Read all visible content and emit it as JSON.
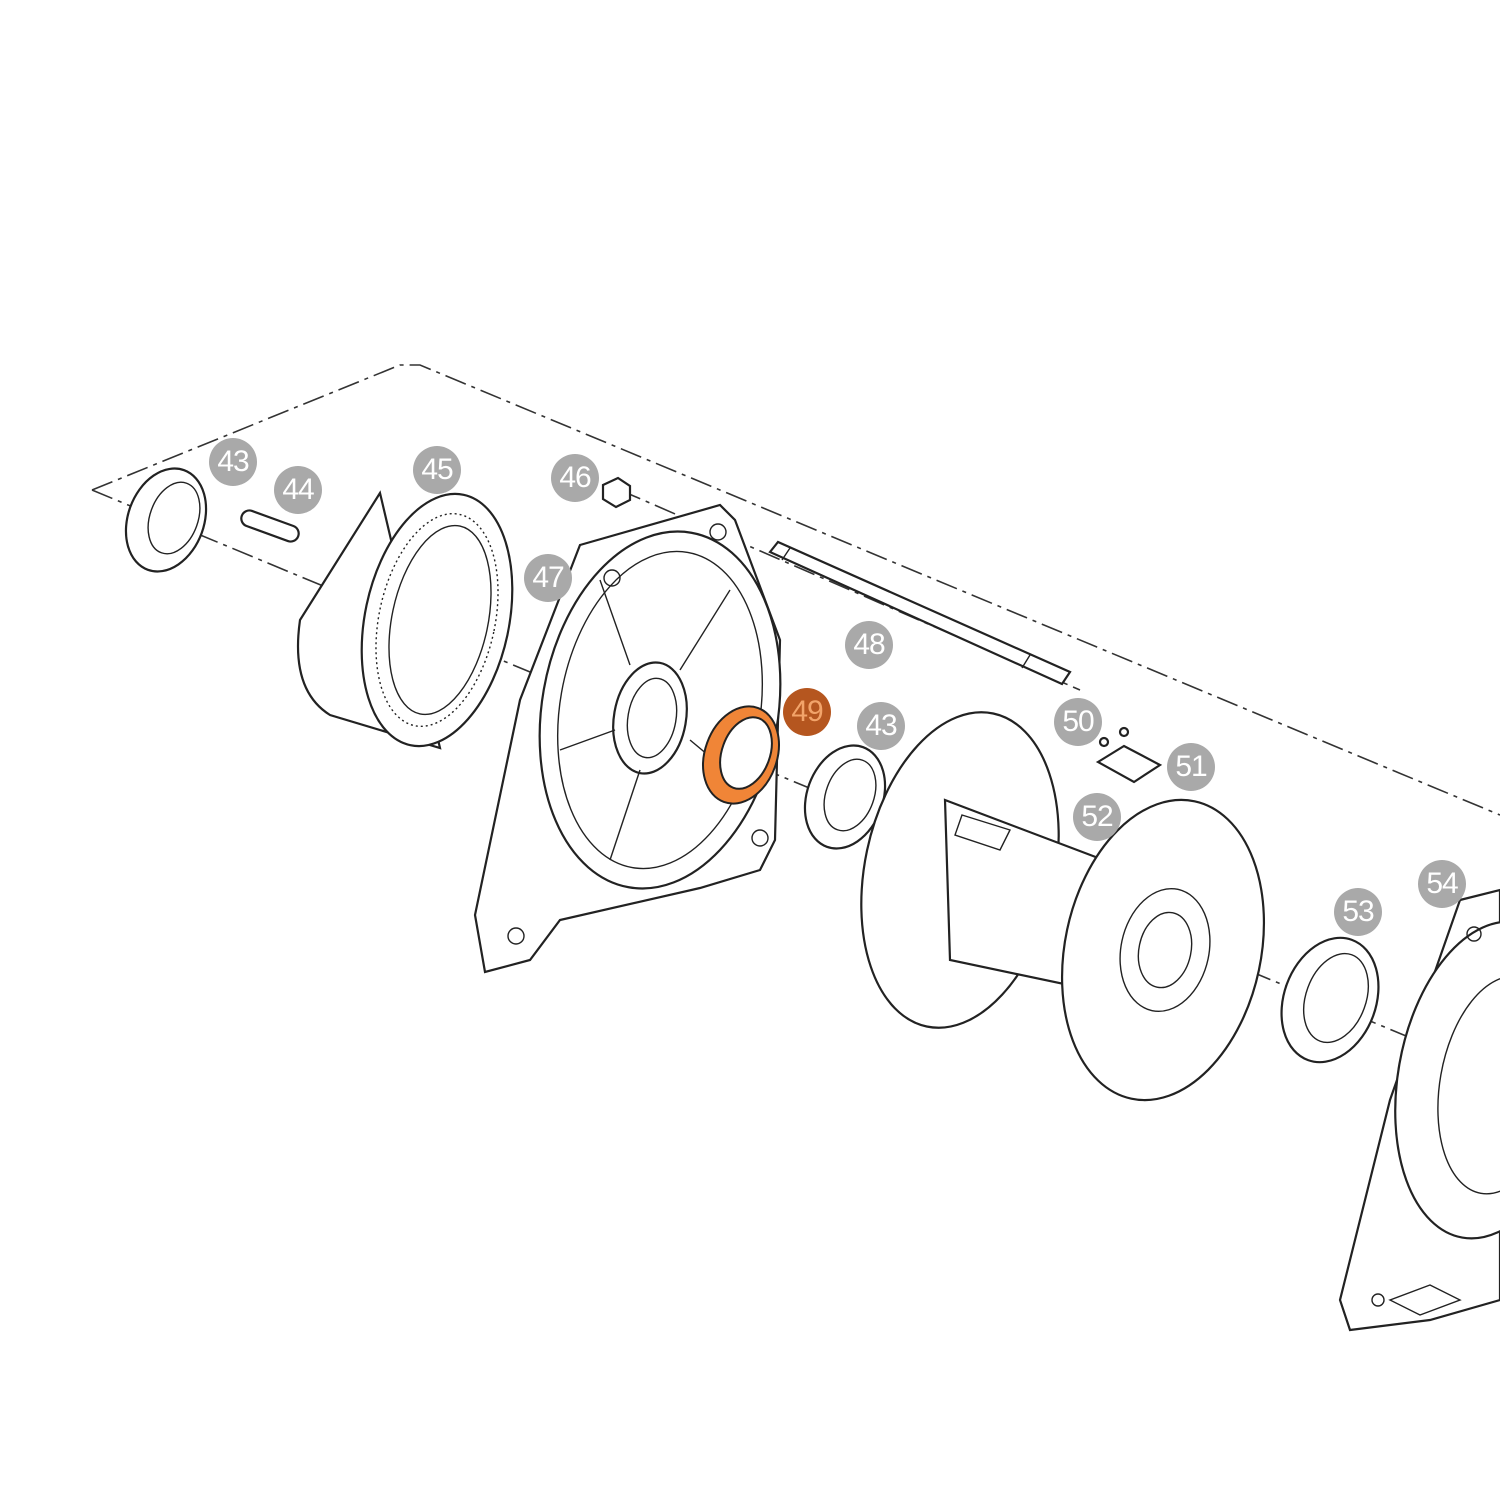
{
  "diagram": {
    "type": "exploded-parts-view",
    "highlight_color": "#f08537",
    "highlight_badge_color": "#b5561f",
    "badge_color": "#a9a9a9",
    "callouts": [
      {
        "id": "c43a",
        "label": "43"
      },
      {
        "id": "c44",
        "label": "44"
      },
      {
        "id": "c45",
        "label": "45"
      },
      {
        "id": "c46",
        "label": "46"
      },
      {
        "id": "c47",
        "label": "47"
      },
      {
        "id": "c48",
        "label": "48"
      },
      {
        "id": "c49",
        "label": "49",
        "highlighted": true
      },
      {
        "id": "c43b",
        "label": "43"
      },
      {
        "id": "c50",
        "label": "50"
      },
      {
        "id": "c51",
        "label": "51"
      },
      {
        "id": "c52",
        "label": "52"
      },
      {
        "id": "c53",
        "label": "53"
      },
      {
        "id": "c54",
        "label": "54"
      }
    ]
  }
}
